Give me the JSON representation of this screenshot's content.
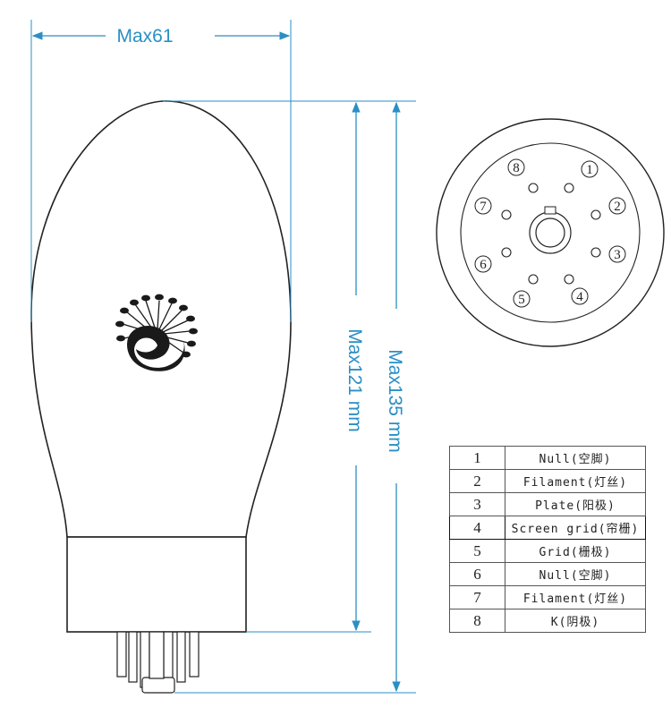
{
  "dimensions": {
    "width_label": "Max61",
    "body_height_label": "Max121 mm",
    "total_height_label": "Max135 mm"
  },
  "pins": [
    {
      "num": "1",
      "function": "Null(空脚)"
    },
    {
      "num": "2",
      "function": "Filament(灯丝)"
    },
    {
      "num": "3",
      "function": "Plate(阳极)"
    },
    {
      "num": "4",
      "function": "Screen grid(帘栅)"
    },
    {
      "num": "5",
      "function": "Grid(栅极)"
    },
    {
      "num": "6",
      "function": "Null(空脚)"
    },
    {
      "num": "7",
      "function": "Filament(灯丝)"
    },
    {
      "num": "8",
      "function": "K(阴极)"
    }
  ],
  "colors": {
    "dimension": "#2a8fc4",
    "outline": "#222222"
  },
  "icons": {
    "logo": "peacock-logo-icon"
  }
}
